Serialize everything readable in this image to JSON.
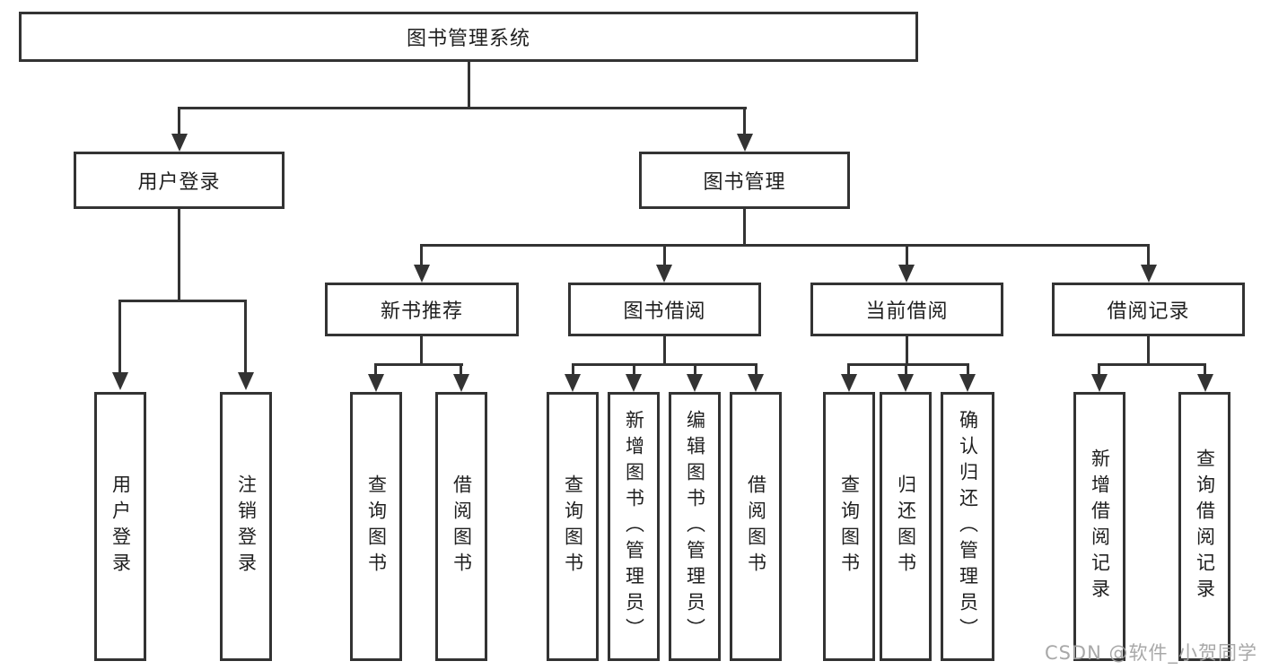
{
  "watermark": "CSDN @软件_小贺同学",
  "colors": {
    "line": "#333333",
    "text": "#1f1f1f",
    "box_background": "#ffffff",
    "watermark": "#a3a3a3"
  },
  "tree": {
    "label": "图书管理系统",
    "children": [
      {
        "label": "用户登录",
        "children": [
          {
            "label": "用户登录"
          },
          {
            "label": "注销登录"
          }
        ]
      },
      {
        "label": "图书管理",
        "children": [
          {
            "label": "新书推荐",
            "children": [
              {
                "label": "查询图书"
              },
              {
                "label": "借阅图书"
              }
            ]
          },
          {
            "label": "图书借阅",
            "children": [
              {
                "label": "查询图书"
              },
              {
                "label": "新增图书（管理员）"
              },
              {
                "label": "编辑图书（管理员）"
              },
              {
                "label": "借阅图书"
              }
            ]
          },
          {
            "label": "当前借阅",
            "children": [
              {
                "label": "查询图书"
              },
              {
                "label": "归还图书"
              },
              {
                "label": "确认归还（管理员）"
              }
            ]
          },
          {
            "label": "借阅记录",
            "children": [
              {
                "label": "新增借阅记录"
              },
              {
                "label": "查询借阅记录"
              }
            ]
          }
        ]
      }
    ]
  }
}
